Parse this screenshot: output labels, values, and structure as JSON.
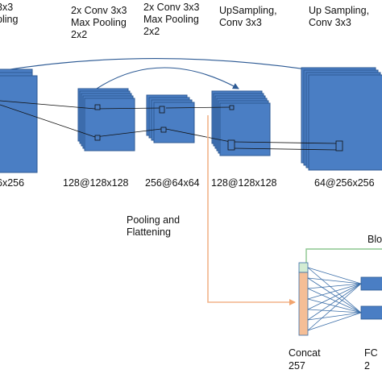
{
  "stage_labels": {
    "input": "3x3\npling",
    "encoder1": "2x Conv 3x3\nMax Pooling\n2x2",
    "encoder2": "2x Conv 3x3\nMax Pooling\n2x2",
    "decoder1": "UpSampling,\nConv 3x3",
    "decoder2": "Up Sampling,\nConv 3x3"
  },
  "dimension_labels": {
    "input": "6x256",
    "encoder1": "128@128x128",
    "encoder2": "256@64x64",
    "decoder1": "128@128x128",
    "decoder2": "64@256x256"
  },
  "pooling_label": "Pooling and\nFlattening",
  "concat": {
    "label": "Concat",
    "size": "257"
  },
  "fc": {
    "label": "FC",
    "size": "2"
  },
  "block_label": "Blo",
  "colors": {
    "block_fill": "#4a7ec4",
    "block_edge": "#2d5a94",
    "orange_path": "#f2b48a",
    "green_path": "#8cc68f",
    "concat_fill": "#f5be96",
    "concat_top": "#d3ecd3",
    "lines": "#3b6ea8"
  }
}
